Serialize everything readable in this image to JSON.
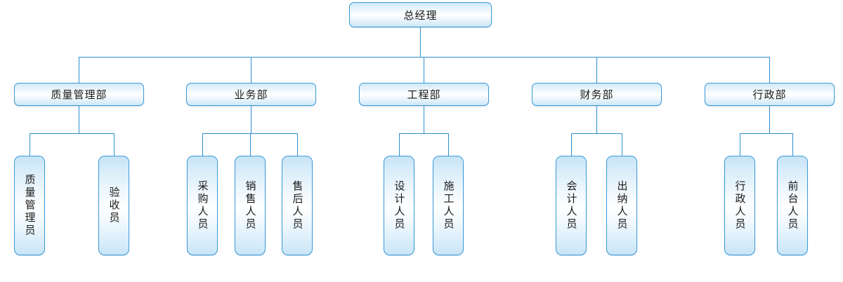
{
  "chart_data": {
    "type": "diagram",
    "diagram_kind": "organizational-chart",
    "title": "",
    "orientation": "top-down",
    "levels": 3,
    "colors": {
      "box_border": "#3b9ad9",
      "box_fill_top": "#cfe8f7",
      "box_fill_mid": "#ffffff",
      "box_fill_bottom": "#cde7f7",
      "connector": "#2e8fd0",
      "text": "#1a1a1a",
      "background": "#ffffff"
    },
    "nodes": [
      {
        "id": "root",
        "label": "总经理",
        "level": 0,
        "parent": null
      },
      {
        "id": "d1",
        "label": "质量管理部",
        "level": 1,
        "parent": "root"
      },
      {
        "id": "d2",
        "label": "业务部",
        "level": 1,
        "parent": "root"
      },
      {
        "id": "d3",
        "label": "工程部",
        "level": 1,
        "parent": "root"
      },
      {
        "id": "d4",
        "label": "财务部",
        "level": 1,
        "parent": "root"
      },
      {
        "id": "d5",
        "label": "行政部",
        "level": 1,
        "parent": "root"
      },
      {
        "id": "l1",
        "label": "质量管理员",
        "level": 2,
        "parent": "d1"
      },
      {
        "id": "l2",
        "label": "验收员",
        "level": 2,
        "parent": "d1"
      },
      {
        "id": "l3",
        "label": "采购人员",
        "level": 2,
        "parent": "d2"
      },
      {
        "id": "l4",
        "label": "销售人员",
        "level": 2,
        "parent": "d2"
      },
      {
        "id": "l5",
        "label": "售后人员",
        "level": 2,
        "parent": "d2"
      },
      {
        "id": "l6",
        "label": "设计人员",
        "level": 2,
        "parent": "d3"
      },
      {
        "id": "l7",
        "label": "施工人员",
        "level": 2,
        "parent": "d3"
      },
      {
        "id": "l8",
        "label": "会计人员",
        "level": 2,
        "parent": "d4"
      },
      {
        "id": "l9",
        "label": "出纳人员",
        "level": 2,
        "parent": "d4"
      },
      {
        "id": "l10",
        "label": "行政人员",
        "level": 2,
        "parent": "d5"
      },
      {
        "id": "l11",
        "label": "前台人员",
        "level": 2,
        "parent": "d5"
      }
    ]
  },
  "root": {
    "label": "总经理"
  },
  "departments": [
    {
      "label": "质量管理部"
    },
    {
      "label": "业务部"
    },
    {
      "label": "工程部"
    },
    {
      "label": "财务部"
    },
    {
      "label": "行政部"
    }
  ],
  "roles": [
    {
      "label": "质量管理员"
    },
    {
      "label": "验收员"
    },
    {
      "label": "采购人员"
    },
    {
      "label": "销售人员"
    },
    {
      "label": "售后人员"
    },
    {
      "label": "设计人员"
    },
    {
      "label": "施工人员"
    },
    {
      "label": "会计人员"
    },
    {
      "label": "出纳人员"
    },
    {
      "label": "行政人员"
    },
    {
      "label": "前台人员"
    }
  ]
}
